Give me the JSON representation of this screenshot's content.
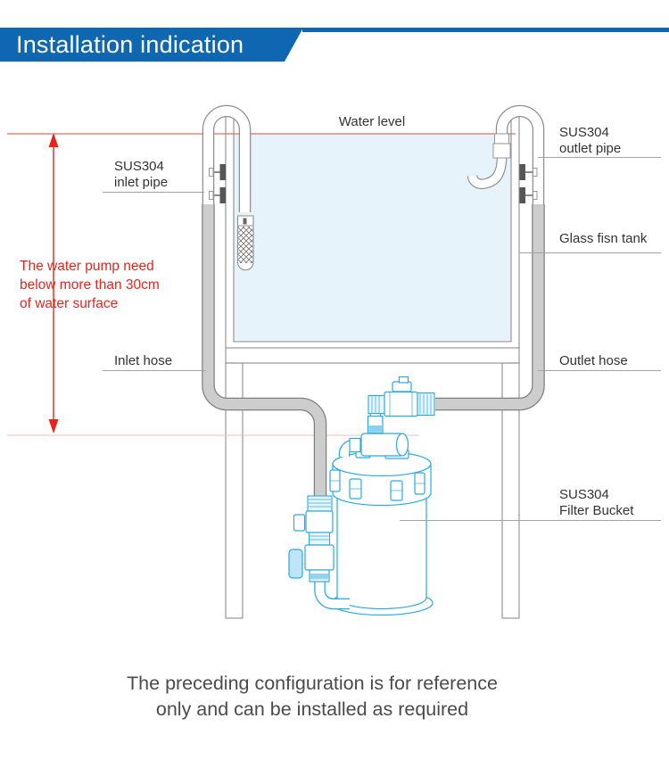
{
  "header": {
    "title": "Installation indication"
  },
  "colors": {
    "accent_blue": "#0e67b0",
    "warning_red": "#e5251c",
    "water_fill": "#e7f3fb",
    "part_blue": "#29a9e1",
    "hose_gray": "#cdcdcd"
  },
  "diagram": {
    "water_level_label": "Water level",
    "inlet_pipe_label": [
      "SUS304",
      "inlet pipe"
    ],
    "outlet_pipe_label": [
      "SUS304",
      "outlet pipe"
    ],
    "glass_tank_label": "Glass fisn tank",
    "inlet_hose_label": "Inlet hose",
    "outlet_hose_label": "Outlet hose",
    "filter_bucket_label": [
      "SUS304",
      "Filter Bucket"
    ],
    "pump_note": [
      "The water pump need",
      "below more than 30cm",
      "of water surface"
    ]
  },
  "footer": {
    "line1": "The preceding configuration is for reference",
    "line2": "only and can be installed as required"
  }
}
